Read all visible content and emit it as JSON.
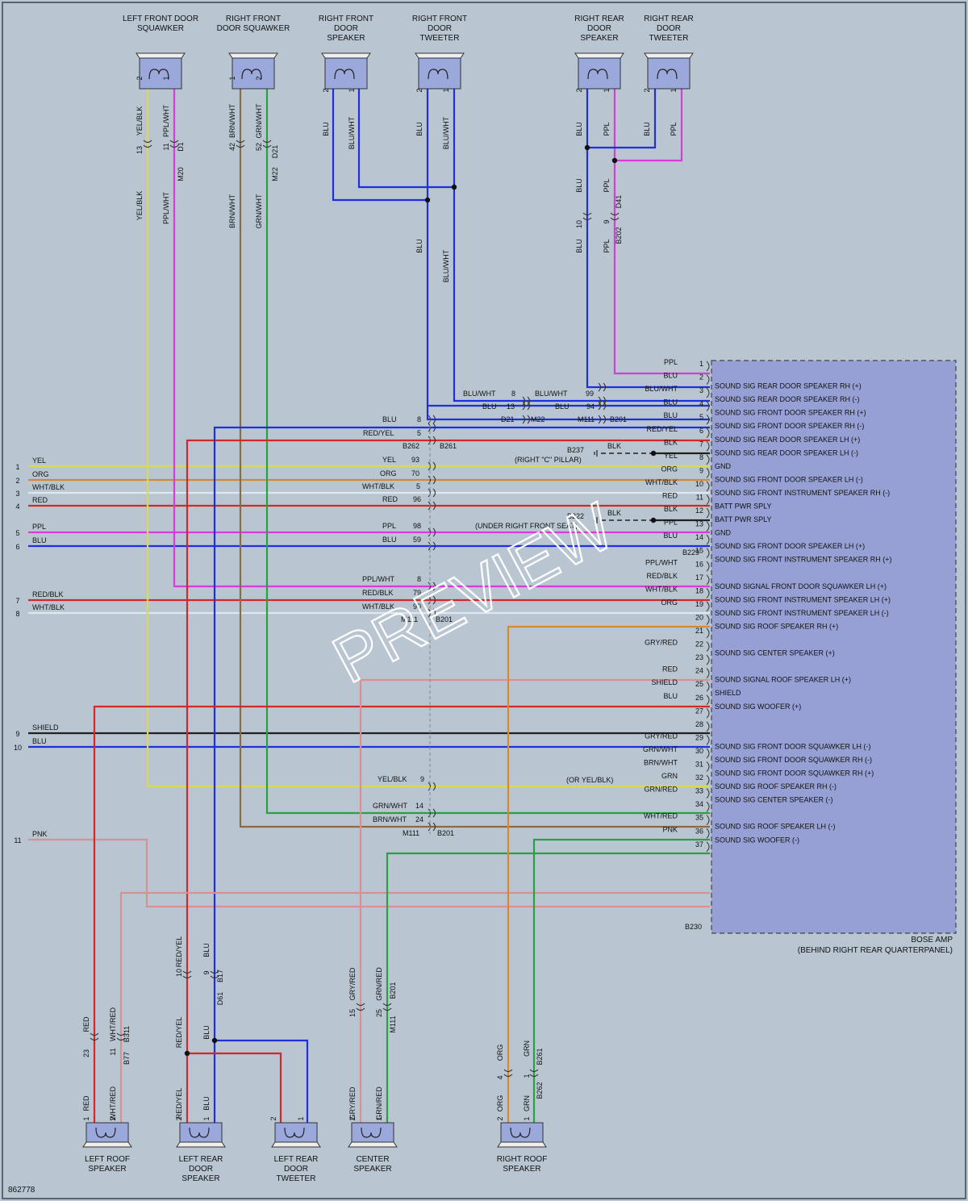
{
  "diagram_id": "862778",
  "watermark": "PREVIEW",
  "colors": {
    "BLU": "#1e2fe0",
    "PPL": "#d83cd8",
    "YEL": "#d8d85a",
    "ORG": "#d8882e",
    "WHT": "#dfe6ee",
    "RED": "#d42828",
    "BLK": "#202020",
    "GRN": "#2aa040",
    "BRN": "#8b6a4a",
    "GRY": "#9aa0a8",
    "PNK": "#d89090",
    "SHIELD": "#202020",
    "amp_fill": "#96a0d4",
    "bg": "#b9c6d2"
  },
  "speakers_top": [
    {
      "id": "lfds",
      "name": [
        "LEFT FRONT DOOR",
        "SQUAWKER"
      ]
    },
    {
      "id": "rfds",
      "name": [
        "RIGHT FRONT",
        "DOOR SQUAWKER"
      ]
    },
    {
      "id": "rfdsp",
      "name": [
        "RIGHT FRONT",
        "DOOR",
        "SPEAKER"
      ]
    },
    {
      "id": "rfdt",
      "name": [
        "RIGHT FRONT",
        "DOOR",
        "TWEETER"
      ]
    },
    {
      "id": "rrds",
      "name": [
        "RIGHT REAR",
        "DOOR",
        "SPEAKER"
      ]
    },
    {
      "id": "rrdt",
      "name": [
        "RIGHT REAR",
        "DOOR",
        "TWEETER"
      ]
    }
  ],
  "speakers_bottom": [
    {
      "id": "lrs",
      "name": [
        "LEFT ROOF",
        "SPEAKER"
      ]
    },
    {
      "id": "lrds",
      "name": [
        "LEFT REAR",
        "DOOR",
        "SPEAKER"
      ]
    },
    {
      "id": "lrdt",
      "name": [
        "LEFT REAR",
        "DOOR",
        "TWEETER"
      ]
    },
    {
      "id": "cs",
      "name": [
        "CENTER",
        "SPEAKER"
      ]
    },
    {
      "id": "rrs",
      "name": [
        "RIGHT ROOF",
        "SPEAKER"
      ]
    }
  ],
  "labels": [
    {
      "t": "YEL/BLK"
    },
    {
      "t": "PPL/WHT"
    },
    {
      "t": "BRN/WHT"
    },
    {
      "t": "GRN/WHT"
    },
    {
      "t": "BLU"
    },
    {
      "t": "BLU/WHT"
    },
    {
      "t": "BLU"
    },
    {
      "t": "BLU/WHT"
    },
    {
      "t": "BLU"
    },
    {
      "t": "PPL"
    },
    {
      "t": "BLU"
    },
    {
      "t": "PPL"
    },
    {
      "t": "YEL/BLK"
    },
    {
      "t": "PPL/WHT"
    },
    {
      "t": "BRN/WHT"
    },
    {
      "t": "GRN/WHT"
    },
    {
      "t": "BLU"
    },
    {
      "t": "BLU/WHT"
    },
    {
      "t": "BLU"
    },
    {
      "t": "PPL"
    },
    {
      "t": "BLU"
    },
    {
      "t": "PPL"
    },
    {
      "t": "2"
    },
    {
      "t": "1"
    },
    {
      "t": "1"
    },
    {
      "t": "2"
    },
    {
      "t": "2"
    },
    {
      "t": "1"
    },
    {
      "t": "2"
    },
    {
      "t": "1"
    },
    {
      "t": "2"
    },
    {
      "t": "1"
    },
    {
      "t": "2"
    },
    {
      "t": "1"
    },
    {
      "t": "13"
    },
    {
      "t": "11"
    },
    {
      "t": "D1"
    },
    {
      "t": "M20"
    },
    {
      "t": "42"
    },
    {
      "t": "52"
    },
    {
      "t": "D21"
    },
    {
      "t": "M22"
    },
    {
      "t": "10"
    },
    {
      "t": "9"
    },
    {
      "t": "D41"
    },
    {
      "t": "B202"
    },
    {
      "t": "RED"
    },
    {
      "t": "WHT/RED"
    },
    {
      "t": "RED/YEL"
    },
    {
      "t": "BLU"
    },
    {
      "t": "RED/YEL"
    },
    {
      "t": "BLU"
    },
    {
      "t": "GRY/RED"
    },
    {
      "t": "GRN/RED"
    },
    {
      "t": "ORG"
    },
    {
      "t": "GRN"
    },
    {
      "t": "RED"
    },
    {
      "t": "WHT/RED"
    },
    {
      "t": "RED/YEL"
    },
    {
      "t": "BLU"
    },
    {
      "t": "GRY/RED"
    },
    {
      "t": "GRN/RED"
    },
    {
      "t": "ORG"
    },
    {
      "t": "GRN"
    },
    {
      "t": "1"
    },
    {
      "t": "2"
    },
    {
      "t": "2"
    },
    {
      "t": "1"
    },
    {
      "t": "2"
    },
    {
      "t": "1"
    },
    {
      "t": "2"
    },
    {
      "t": "1"
    },
    {
      "t": "2"
    },
    {
      "t": "1"
    },
    {
      "t": "23"
    },
    {
      "t": "11"
    },
    {
      "t": "B311"
    },
    {
      "t": "B77"
    },
    {
      "t": "10"
    },
    {
      "t": "9"
    },
    {
      "t": "B17"
    },
    {
      "t": "D61"
    },
    {
      "t": "15"
    },
    {
      "t": "25"
    },
    {
      "t": "B201"
    },
    {
      "t": "M111"
    },
    {
      "t": "4"
    },
    {
      "t": "1"
    },
    {
      "t": "B261"
    },
    {
      "t": "B262"
    },
    {
      "t": "BLU/WHT"
    },
    {
      "t": "8"
    },
    {
      "t": "BLU/WHT"
    },
    {
      "t": "99"
    },
    {
      "t": "BLU"
    },
    {
      "t": "13"
    },
    {
      "t": "BLU"
    },
    {
      "t": "94"
    },
    {
      "t": "D21"
    },
    {
      "t": "M22"
    },
    {
      "t": "M111"
    },
    {
      "t": "B201"
    },
    {
      "t": "BLU"
    },
    {
      "t": "8"
    },
    {
      "t": "RED/YEL"
    },
    {
      "t": "5"
    },
    {
      "t": "B262"
    },
    {
      "t": "B261"
    },
    {
      "t": "YEL"
    },
    {
      "t": "93"
    },
    {
      "t": "ORG"
    },
    {
      "t": "70"
    },
    {
      "t": "WHT/BLK"
    },
    {
      "t": "5"
    },
    {
      "t": "RED"
    },
    {
      "t": "96"
    },
    {
      "t": "PPL"
    },
    {
      "t": "98"
    },
    {
      "t": "BLU"
    },
    {
      "t": "59"
    },
    {
      "t": "PPL/WHT"
    },
    {
      "t": "8"
    },
    {
      "t": "RED/BLK"
    },
    {
      "t": "79"
    },
    {
      "t": "WHT/BLK"
    },
    {
      "t": "90"
    },
    {
      "t": "M111"
    },
    {
      "t": "B201"
    },
    {
      "t": "YEL/BLK"
    },
    {
      "t": "9"
    },
    {
      "t": "GRN/WHT"
    },
    {
      "t": "14"
    },
    {
      "t": "BRN/WHT"
    },
    {
      "t": "24"
    },
    {
      "t": "M111"
    },
    {
      "t": "B201"
    },
    {
      "t": "(OR YEL/BLK)"
    },
    {
      "t": "B237"
    },
    {
      "t": "(RIGHT \"C\" PILLAR)"
    },
    {
      "t": "BLK"
    },
    {
      "t": "B222"
    },
    {
      "t": "(UNDER RIGHT FRONT SEAT)"
    },
    {
      "t": "BLK"
    },
    {
      "t": "B229"
    },
    {
      "t": "B230"
    }
  ],
  "left_connector": [
    {
      "pin": "1",
      "wire": "YEL"
    },
    {
      "pin": "2",
      "wire": "ORG"
    },
    {
      "pin": "3",
      "wire": "WHT/BLK"
    },
    {
      "pin": "4",
      "wire": "RED"
    },
    {
      "pin": "5",
      "wire": "PPL"
    },
    {
      "pin": "6",
      "wire": "BLU"
    },
    {
      "pin": "7",
      "wire": "RED/BLK"
    },
    {
      "pin": "8",
      "wire": "WHT/BLK"
    },
    {
      "pin": "9",
      "wire": "SHIELD"
    },
    {
      "pin": "10",
      "wire": "BLU"
    },
    {
      "pin": "11",
      "wire": "PNK"
    }
  ],
  "amp": {
    "name": "BOSE AMP",
    "location": "(BEHIND RIGHT REAR QUARTERPANEL)",
    "pins": [
      {
        "n": "1",
        "wire": "PPL",
        "desc": ""
      },
      {
        "n": "2",
        "wire": "BLU",
        "desc": "SOUND SIG REAR DOOR SPEAKER RH (+)"
      },
      {
        "n": "3",
        "wire": "BLU/WHT",
        "desc": "SOUND SIG REAR DOOR SPEAKER RH (-)"
      },
      {
        "n": "4",
        "wire": "BLU",
        "desc": "SOUND SIG FRONT DOOR SPEAKER RH (+)"
      },
      {
        "n": "5",
        "wire": "BLU",
        "desc": "SOUND SIG FRONT DOOR SPEAKER RH (-)"
      },
      {
        "n": "6",
        "wire": "RED/YEL",
        "desc": "SOUND SIG REAR DOOR SPEAKER LH (+)"
      },
      {
        "n": "7",
        "wire": "BLK",
        "desc": "SOUND SIG REAR DOOR SPEAKER LH (-)"
      },
      {
        "n": "8",
        "wire": "YEL",
        "desc": "GND"
      },
      {
        "n": "9",
        "wire": "ORG",
        "desc": "SOUND SIG FRONT DOOR SPEAKER LH (-)"
      },
      {
        "n": "10",
        "wire": "WHT/BLK",
        "desc": "SOUND SIG FRONT INSTRUMENT SPEAKER RH (-)"
      },
      {
        "n": "11",
        "wire": "RED",
        "desc": "BATT PWR SPLY"
      },
      {
        "n": "12",
        "wire": "BLK",
        "desc": "BATT PWR SPLY"
      },
      {
        "n": "13",
        "wire": "PPL",
        "desc": "GND"
      },
      {
        "n": "14",
        "wire": "BLU",
        "desc": "SOUND SIG FRONT DOOR SPEAKER LH (+)"
      },
      {
        "n": "15",
        "wire": "",
        "desc": "SOUND SIG FRONT INSTRUMENT SPEAKER RH (+)"
      },
      {
        "n": "16",
        "wire": "PPL/WHT",
        "desc": ""
      },
      {
        "n": "17",
        "wire": "RED/BLK",
        "desc": "SOUND SIGNAL FRONT DOOR SQUAWKER LH (+)"
      },
      {
        "n": "18",
        "wire": "WHT/BLK",
        "desc": "SOUND SIG FRONT INSTRUMENT SPEAKER LH (+)"
      },
      {
        "n": "19",
        "wire": "ORG",
        "desc": "SOUND SIG FRONT INSTRUMENT SPEAKER LH (-)"
      },
      {
        "n": "20",
        "wire": "",
        "desc": "SOUND SIG ROOF SPEAKER RH (+)"
      },
      {
        "n": "21",
        "wire": "",
        "desc": ""
      },
      {
        "n": "22",
        "wire": "GRY/RED",
        "desc": "SOUND SIG CENTER SPEAKER (+)"
      },
      {
        "n": "23",
        "wire": "",
        "desc": ""
      },
      {
        "n": "24",
        "wire": "RED",
        "desc": "SOUND SIGNAL ROOF SPEAKER LH (+)"
      },
      {
        "n": "25",
        "wire": "SHIELD",
        "desc": "SHIELD"
      },
      {
        "n": "26",
        "wire": "BLU",
        "desc": "SOUND SIG WOOFER (+)"
      },
      {
        "n": "27",
        "wire": "",
        "desc": ""
      },
      {
        "n": "28",
        "wire": "",
        "desc": ""
      },
      {
        "n": "29",
        "wire": "GRY/RED",
        "desc": "SOUND SIG FRONT DOOR SQUAWKER LH (-)"
      },
      {
        "n": "30",
        "wire": "GRN/WHT",
        "desc": "SOUND SIG FRONT DOOR SQUAWKER RH (-)"
      },
      {
        "n": "31",
        "wire": "BRN/WHT",
        "desc": "SOUND SIG FRONT DOOR SQUAWKER RH (+)"
      },
      {
        "n": "32",
        "wire": "GRN",
        "desc": "SOUND SIG ROOF SPEAKER RH (-)"
      },
      {
        "n": "33",
        "wire": "GRN/RED",
        "desc": "SOUND SIG CENTER SPEAKER (-)"
      },
      {
        "n": "34",
        "wire": "",
        "desc": ""
      },
      {
        "n": "35",
        "wire": "WHT/RED",
        "desc": "SOUND SIG ROOF SPEAKER LH (-)"
      },
      {
        "n": "36",
        "wire": "PNK",
        "desc": "SOUND SIG WOOFER (-)"
      },
      {
        "n": "37",
        "wire": "",
        "desc": ""
      }
    ]
  }
}
